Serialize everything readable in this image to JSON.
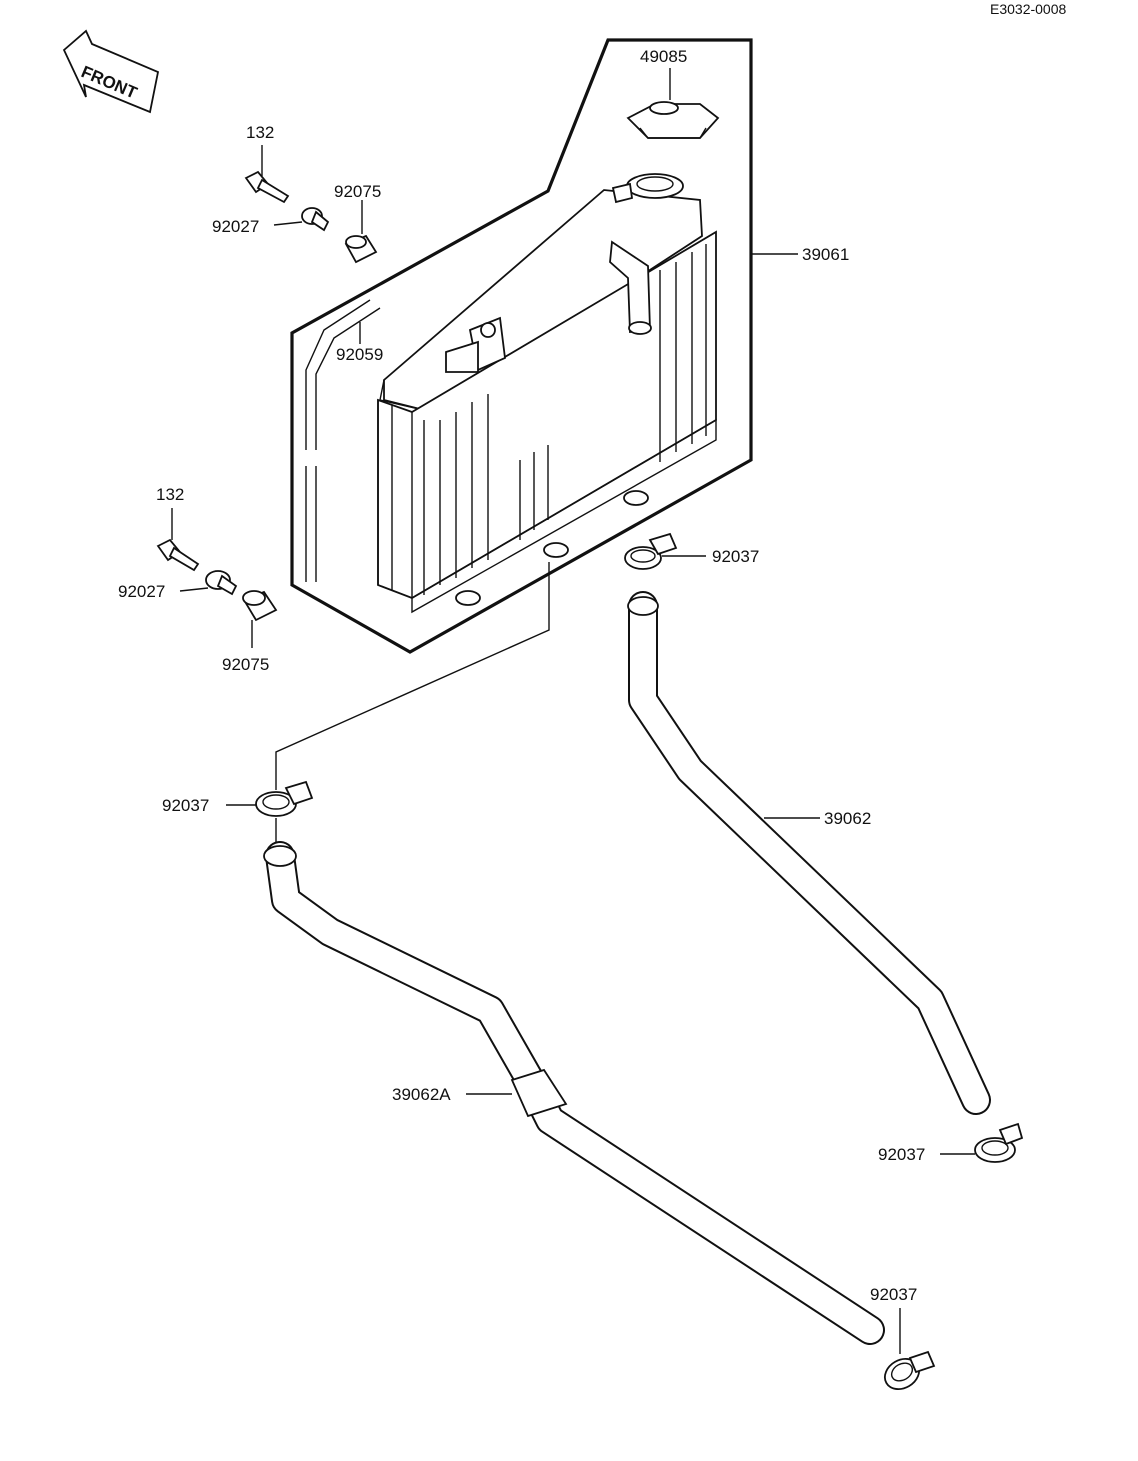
{
  "diagram": {
    "code": "E3032-0008",
    "front": "FRONT",
    "labels": {
      "cap": "49085",
      "radiator": "39061",
      "bolt_upper": "132",
      "collar_upper": "92027",
      "grommet_upper": "92075",
      "tube": "92059",
      "bolt_lower": "132",
      "collar_lower": "92027",
      "grommet_lower": "92075",
      "clamp_right_upper": "92037",
      "clamp_left": "92037",
      "hose_right": "39062",
      "hose_left": "39062A",
      "clamp_right_lower": "92037",
      "clamp_bottom": "92037"
    }
  }
}
